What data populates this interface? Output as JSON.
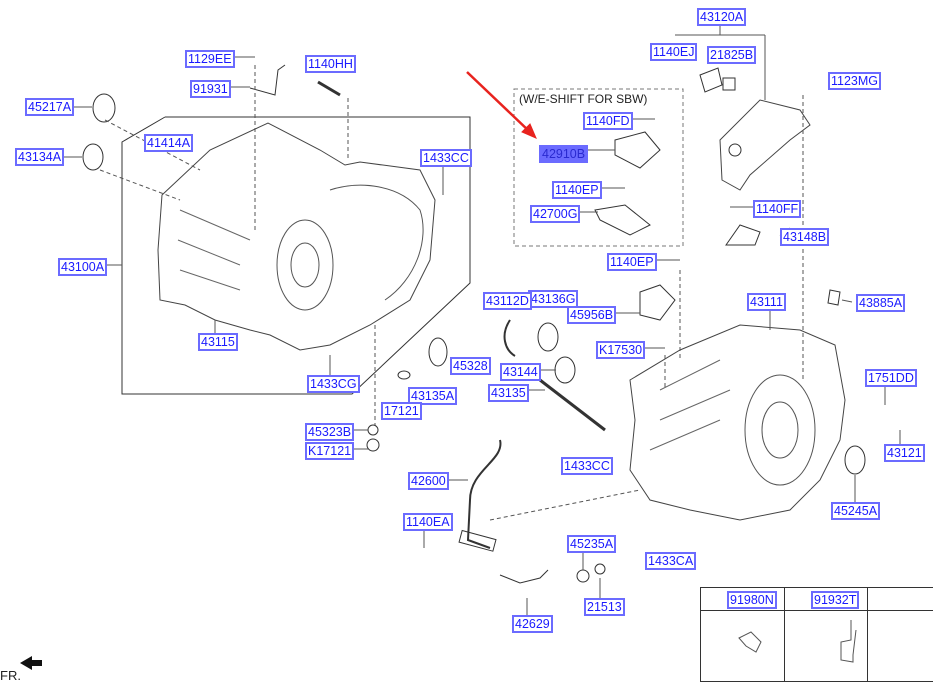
{
  "diagram": {
    "note_group": "(W/E-SHIFT FOR SBW)",
    "highlighted_part": "42910B",
    "accent_color": "#6b6bff",
    "arrow_color": "#e8231e",
    "direction_label": "FR.",
    "labels": {
      "p43120A": "43120A",
      "p1140EJ": "1140EJ",
      "p21825B": "21825B",
      "p1123MG": "1123MG",
      "p1129EE": "1129EE",
      "p1140HH": "1140HH",
      "p91931": "91931",
      "p45217A": "45217A",
      "p41414A": "41414A",
      "p43134A": "43134A",
      "p1433CC_top": "1433CC",
      "p43100A": "43100A",
      "p43115": "43115",
      "p1433CG": "1433CG",
      "p43135A": "43135A",
      "p17121": "17121",
      "p45323B": "45323B",
      "pK17121": "K17121",
      "p42600": "42600",
      "p1140EA": "1140EA",
      "p42629": "42629",
      "p45235A": "45235A",
      "p21513": "21513",
      "p1433CA": "1433CA",
      "p1433CC_bottom": "1433CC",
      "p45245A": "45245A",
      "p43121": "43121",
      "p1751DD": "1751DD",
      "p43885A": "43885A",
      "p43111": "43111",
      "pK17530": "K17530",
      "p45956B": "45956B",
      "p43136G": "43136G",
      "p43112D": "43112D",
      "p45328": "45328",
      "p43144": "43144",
      "p43135": "43135",
      "p1140EP_outer": "1140EP",
      "p1140FF": "1140FF",
      "p43148B": "43148B",
      "p1140FD": "1140FD",
      "p42910B": "42910B",
      "p1140EP_inner": "1140EP",
      "p42700G": "42700G"
    },
    "table": {
      "headers": [
        "91980N",
        "91932T"
      ]
    }
  }
}
